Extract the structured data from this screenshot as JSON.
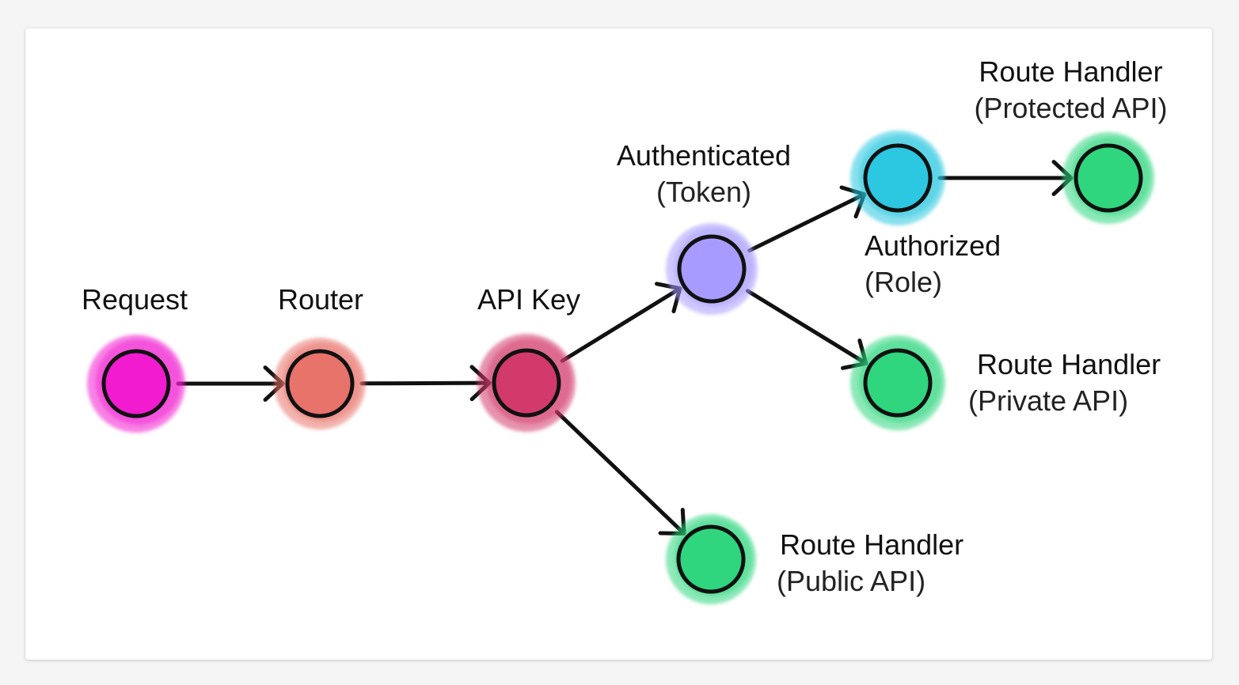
{
  "colors": {
    "request": "#f21bd0",
    "router": "#e8736b",
    "api_key": "#d33a6c",
    "authenticated": "#a79bff",
    "authorized": "#2cc7e0",
    "route_handler": "#2fd67e",
    "outline": "#111111",
    "arrow": "#111111"
  },
  "nodes": {
    "request": {
      "title": "Request",
      "subtitle": ""
    },
    "router": {
      "title": "Router",
      "subtitle": ""
    },
    "api_key": {
      "title": "API Key",
      "subtitle": ""
    },
    "authenticated": {
      "title": "Authenticated",
      "subtitle": "(Token)"
    },
    "authorized": {
      "title": "Authorized",
      "subtitle": "(Role)"
    },
    "protected_handler": {
      "title": "Route Handler",
      "subtitle": "(Protected API)"
    },
    "private_handler": {
      "title": "Route Handler",
      "subtitle": "(Private API)"
    },
    "public_handler": {
      "title": "Route Handler",
      "subtitle": "(Public API)"
    }
  },
  "edges": [
    {
      "from": "request",
      "to": "router"
    },
    {
      "from": "router",
      "to": "api_key"
    },
    {
      "from": "api_key",
      "to": "authenticated"
    },
    {
      "from": "api_key",
      "to": "public_handler"
    },
    {
      "from": "authenticated",
      "to": "authorized"
    },
    {
      "from": "authenticated",
      "to": "private_handler"
    },
    {
      "from": "authorized",
      "to": "protected_handler"
    }
  ]
}
